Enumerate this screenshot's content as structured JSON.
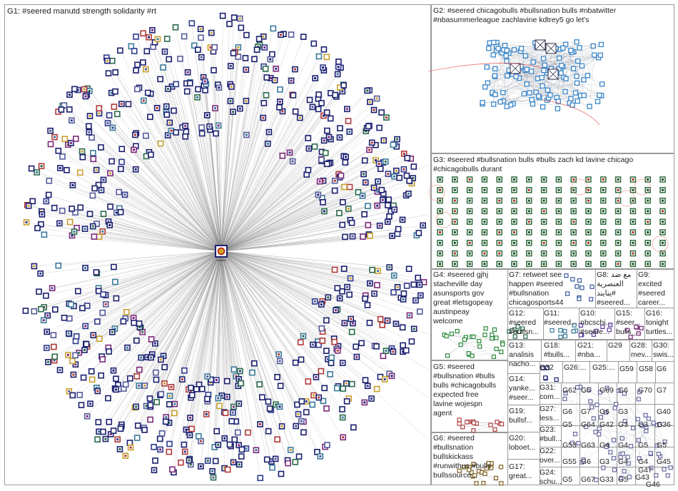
{
  "groups": {
    "g1": "G1: #seered manutd strength solidarity #rt",
    "g2": "G2: #seered chicagobulls #bullsnation bulls #nbatwitter\n#nbasummerleague zachlavine kdtrey5 go let's",
    "g3": "G3: #seered #bullsnation bulls #bulls zach kd lavine chicago\n#chicagobulls durant",
    "g4": "G4: #seered gjhj\nstacheville day\nasunsports gov\ngreat #letsgopeay\naustinpeay\nwelcome",
    "g5": "G5: #seered\n#bullsnation #bulls\nbulls #chicagobulls\nexpected free\nlavine wojespn\nagent",
    "g6": "G6: #seered\n#bullsnation\nbullskickass\n#runwithus #bulls\nbullssource...",
    "g7": "G7: retweet see\nhappen #seered\n#bullsnation\nchicagosports44",
    "g8": "G8: مع ضد العنصرية #ينايند #seered...",
    "g9": "G9:\nexcited\n#seered\ncareer...",
    "g10": "G10:\nnbcschi...\n#seere...",
    "g11": "G11:\n#seered...",
    "g12": "G12:\n#seered\n#bullsn...",
    "g13": "G13:\nanalisis\nnacho...",
    "g14": "G14:\nyanke...\n#seer...",
    "g15": "G15:\n#seer...\nbulls_...",
    "g16": "G16:\ntonight\nturtles...",
    "g17": "G17:\ngreat...",
    "g18": "G18:\n#bulls...",
    "g19": "G19:\nbullsf...",
    "g20": "G20:\nloboet...",
    "g21": "G21:\n#nba...",
    "g22": "G22:\nover...",
    "g23": "G23:\n#bull...",
    "g24": "G24:\nschu...",
    "g25": "G25:...",
    "g26": "G26:...",
    "g27": "G27:\nless...",
    "g28": "G28:\nmev...",
    "g29": "G29",
    "g30": "G30:\nswis...",
    "g31": "G31:\ncom...",
    "g32": "G32",
    "small": [
      "G59",
      "G58",
      "G6",
      "G62",
      "G5",
      "G69",
      "G6",
      "G70",
      "G7",
      "G6",
      "G7",
      "G6",
      "G3",
      "G40",
      "G5",
      "G64",
      "G42",
      "G3",
      "G3",
      "G36",
      "G53",
      "G63",
      "G4",
      "G4",
      "G5",
      "G5",
      "G55",
      "G6",
      "G3",
      "G4",
      "G4",
      "G45",
      "G5",
      "G67",
      "G33",
      "G5",
      "G43",
      "G47",
      "G46"
    ]
  },
  "hub_label": "manutd",
  "colors": {
    "edge": "#8c8c8c",
    "box_border": "#9a9a9a",
    "node_border": "#1a1f6e",
    "g2_node": "#3a86c8",
    "g3_node": "#2f6b3a",
    "accent_red": "#e23a3a"
  }
}
